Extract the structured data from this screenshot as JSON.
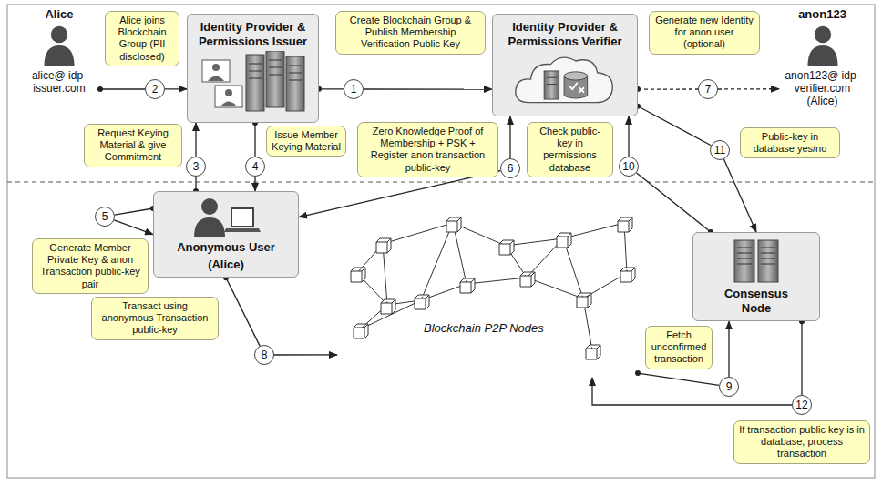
{
  "diagram": {
    "nodes": [
      {
        "text": [
          "Alice",
          "alice@ idp-issuer.com"
        ]
      },
      {
        "text": [
          "Alice joins Blockchain Group (PII disclosed)"
        ]
      },
      {
        "text": [
          "2"
        ]
      },
      {
        "text": [
          "Identity Provider & Permissions Issuer"
        ]
      },
      {
        "text": [
          "Create Blockchain Group & Publish Membership Verification Public Key"
        ]
      },
      {
        "text": [
          "1"
        ]
      },
      {
        "text": [
          "Identity Provider & Permissions Verifier"
        ]
      },
      {
        "text": [
          "Generate new Identity for anon user (optional)"
        ]
      },
      {
        "text": [
          "7"
        ]
      },
      {
        "text": [
          "anon123",
          "anon123@ idp-verifier.com (Alice)"
        ]
      },
      {
        "text": [
          "Request Keying Material & give Commitment"
        ]
      },
      {
        "text": [
          "3"
        ]
      },
      {
        "text": [
          "Issue Member Keying Material"
        ]
      },
      {
        "text": [
          "4"
        ]
      },
      {
        "text": [
          "Zero Knowledge Proof of Membership + PSK + Register anon transaction public-key"
        ]
      },
      {
        "text": [
          "6"
        ]
      },
      {
        "text": [
          "Check public-key in permissions database"
        ]
      },
      {
        "text": [
          "10"
        ]
      },
      {
        "text": [
          "11"
        ]
      },
      {
        "text": [
          "Public-key in database yes/no"
        ]
      },
      {
        "text": [
          "5"
        ]
      },
      {
        "text": [
          "Anonymous User",
          "(Alice)"
        ]
      },
      {
        "text": [
          "Consensus Node"
        ]
      },
      {
        "text": [
          "Generate Member Private Key & anon Transaction public-key pair"
        ]
      },
      {
        "text": [
          "Transact using anonymous Transaction public-key"
        ]
      },
      {
        "text": [
          "Blockchain P2P Nodes"
        ]
      },
      {
        "text": [
          "8"
        ]
      },
      {
        "text": [
          "Fetch unconfirmed transaction"
        ]
      },
      {
        "text": [
          "9"
        ]
      },
      {
        "text": [
          "12"
        ]
      },
      {
        "text": [
          "If transaction public key is in database, process transaction"
        ]
      }
    ],
    "edges": [
      {
        "from": 3,
        "to": 5,
        "arrow": "none"
      },
      {
        "from": 5,
        "to": 6,
        "arrow": "to"
      },
      {
        "from": 0,
        "to": 2,
        "arrow": "none"
      },
      {
        "from": 2,
        "to": 3,
        "arrow": "to"
      },
      {
        "from": 21,
        "to": 11,
        "arrow": "none"
      },
      {
        "from": 11,
        "to": 3,
        "arrow": "to"
      },
      {
        "from": 3,
        "to": 13,
        "arrow": "none"
      },
      {
        "from": 13,
        "to": 21,
        "arrow": "to"
      },
      {
        "from": 21,
        "to": 20,
        "arrow": "none"
      },
      {
        "from": 20,
        "to": 21,
        "arrow": "to"
      },
      {
        "from": 6,
        "to": 8,
        "arrow": "none"
      },
      {
        "from": 8,
        "to": 9,
        "arrow": "to"
      },
      {
        "from": 15,
        "to": 6,
        "arrow": "to"
      },
      {
        "from": 15,
        "to": 21,
        "arrow": "to"
      },
      {
        "from": 21,
        "to": 26,
        "arrow": "none"
      },
      {
        "from": 26,
        "to": 25,
        "arrow": "to"
      },
      {
        "from": 25,
        "to": 28,
        "arrow": "none"
      },
      {
        "from": 28,
        "to": 22,
        "arrow": "to"
      },
      {
        "from": 22,
        "to": 17,
        "arrow": "none"
      },
      {
        "from": 17,
        "to": 6,
        "arrow": "to"
      },
      {
        "from": 6,
        "to": 18,
        "arrow": "none"
      },
      {
        "from": 18,
        "to": 22,
        "arrow": "to"
      },
      {
        "from": 22,
        "to": 29,
        "arrow": "none"
      },
      {
        "from": 29,
        "to": 25,
        "arrow": "to"
      }
    ]
  }
}
